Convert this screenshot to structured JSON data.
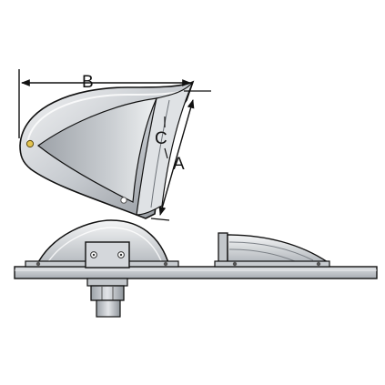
{
  "diagram": {
    "labels": {
      "b": "B",
      "c": "C",
      "a": "A"
    },
    "colors": {
      "line": "#111111",
      "metal_dark": "#8a8f96",
      "metal_mid": "#b9bec4",
      "metal_light": "#e6e8ea",
      "deck_top": "#cfd2d6",
      "deck_edge": "#7d8288",
      "brass": "#d8b84a"
    },
    "parts": [
      "top-view-cowl",
      "side-view-cowl-bracket",
      "side-view-cowl-profile",
      "deck-plate",
      "mounting-nut",
      "mounting-stud"
    ]
  }
}
